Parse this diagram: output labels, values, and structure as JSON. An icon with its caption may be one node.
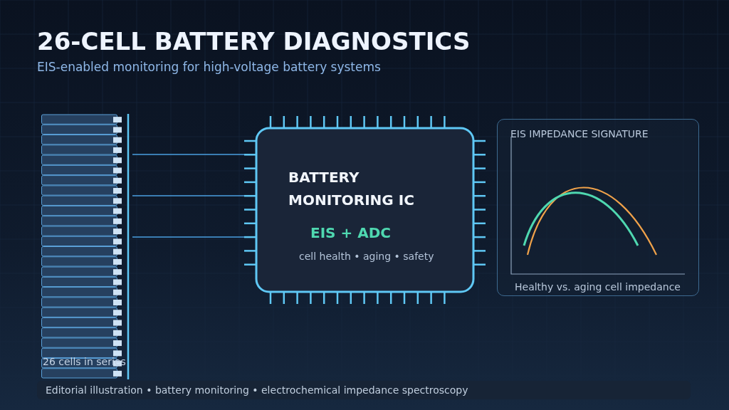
{
  "diagram": {
    "title": "26-CELL BATTERY DIAGNOSTICS",
    "caption": "Editorial illustration • battery monitoring • electrochemical impedance spectroscopy",
    "nodes": [
      {
        "text": [
          "26 cells in series"
        ]
      },
      {
        "text": [
          "BATTERY MONITORING IC",
          "EIS + ADC",
          "cell health • aging • safety"
        ]
      },
      {
        "text": [
          "EIS IMPEDANCE SIGNATURE",
          "Healthy vs. aging cell impedance"
        ]
      }
    ],
    "edges": [
      {
        "from": 0,
        "to": 1,
        "arrow": "none"
      },
      {
        "from": 0,
        "to": 1,
        "arrow": "none"
      },
      {
        "from": 0,
        "to": 1,
        "arrow": "none"
      }
    ],
    "labels": [
      "EIS-enabled monitoring for high-voltage battery systems"
    ]
  }
}
